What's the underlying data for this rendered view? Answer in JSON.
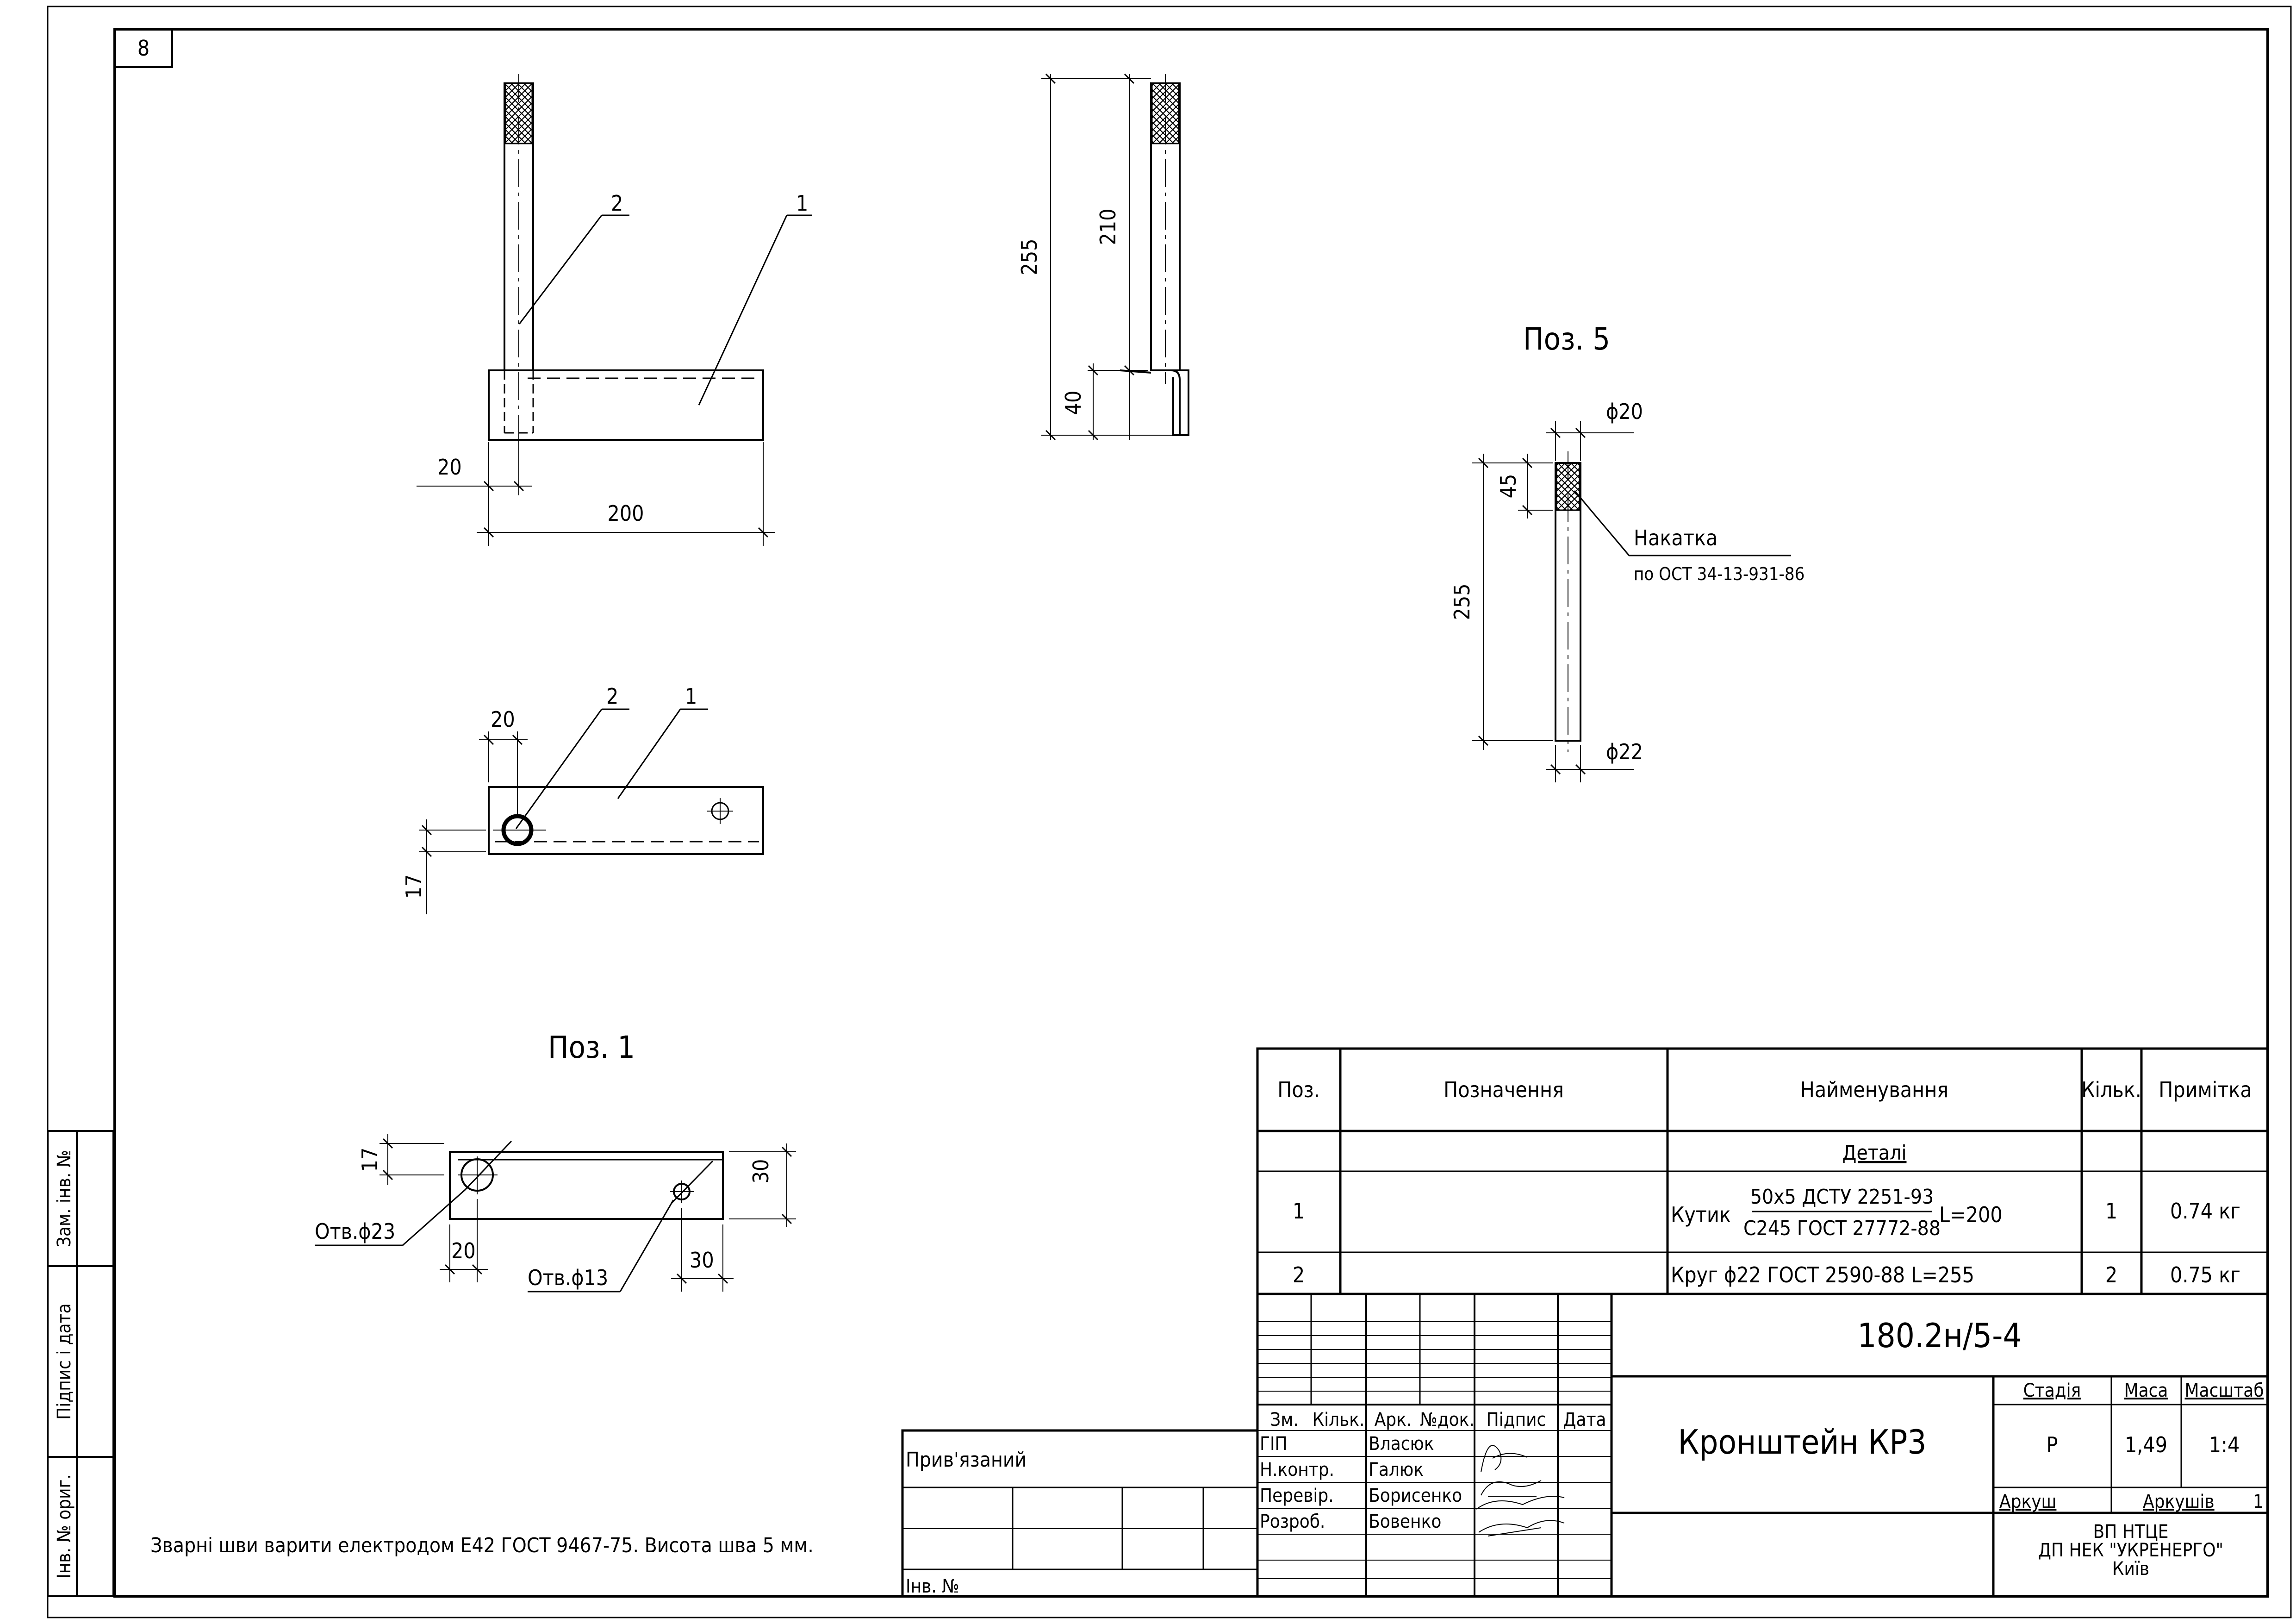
{
  "sheet": {
    "number": "8"
  },
  "side_stamp": {
    "zam_inv": "Зам. інв. №",
    "pidpys_data": "Підпис і дата",
    "inv_orig": "Інв. № ориг."
  },
  "note": "Зварні шви варити електродом Е42 ГОСТ 9467-75. Висота шва 5 мм.",
  "view_labels": {
    "poz1": "Поз. 1",
    "poz5": "Поз. 5"
  },
  "callouts": {
    "one": "1",
    "two": "2"
  },
  "dims": {
    "d20": "20",
    "d200": "200",
    "d17": "17",
    "d30": "30",
    "d255": "255",
    "d210": "210",
    "d40": "40",
    "d45": "45",
    "phi20": "ϕ20",
    "phi22": "ϕ22",
    "hole23": "Отв.ϕ23",
    "hole13": "Отв.ϕ13"
  },
  "knurl": {
    "line1": "Накатка",
    "line2": "по ОСТ 34-13-931-86"
  },
  "spec": {
    "headers": {
      "poz": "Поз.",
      "designation": "Позначення",
      "name": "Найменування",
      "qty": "Кільк.",
      "note": "Примітка"
    },
    "section": "Деталі",
    "rows": [
      {
        "poz": "1",
        "name_prefix": "Кутик",
        "name_top": "50х5 ДСТУ 2251-93",
        "name_bottom": "С245 ГОСТ 27772-88",
        "name_suffix": "L=200",
        "qty": "1",
        "note": "0.74 кг"
      },
      {
        "poz": "2",
        "name": "Круг ϕ22 ГОСТ 2590-88 L=255",
        "qty": "2",
        "note": "0.75 кг"
      }
    ]
  },
  "title_block": {
    "code": "180.2н/5-4",
    "title": "Кронштейн КР3",
    "stage_label": "Стадія",
    "mass_label": "Маса",
    "scale_label": "Масштаб",
    "stage": "Р",
    "mass": "1,49",
    "scale": "1:4",
    "sheet_label": "Аркуш",
    "sheets_label": "Аркушів",
    "sheets": "1",
    "org1": "ВП НТЦЕ",
    "org2": "ДП НЕК \"УКРЕНЕРГО\"",
    "org3": "Київ",
    "cols": [
      "Зм.",
      "Кільк.",
      "Арк.",
      "№док.",
      "Підпис",
      "Дата"
    ],
    "roles": [
      {
        "role": "ГІП",
        "name": "Власюк"
      },
      {
        "role": "Н.контр.",
        "name": "Галюк"
      },
      {
        "role": "Перевір.",
        "name": "Борисенко"
      },
      {
        "role": "Розроб.",
        "name": "Бовенко"
      }
    ],
    "pryvyazanyi": "Прив'язаний",
    "inv_no": "Інв. №"
  }
}
